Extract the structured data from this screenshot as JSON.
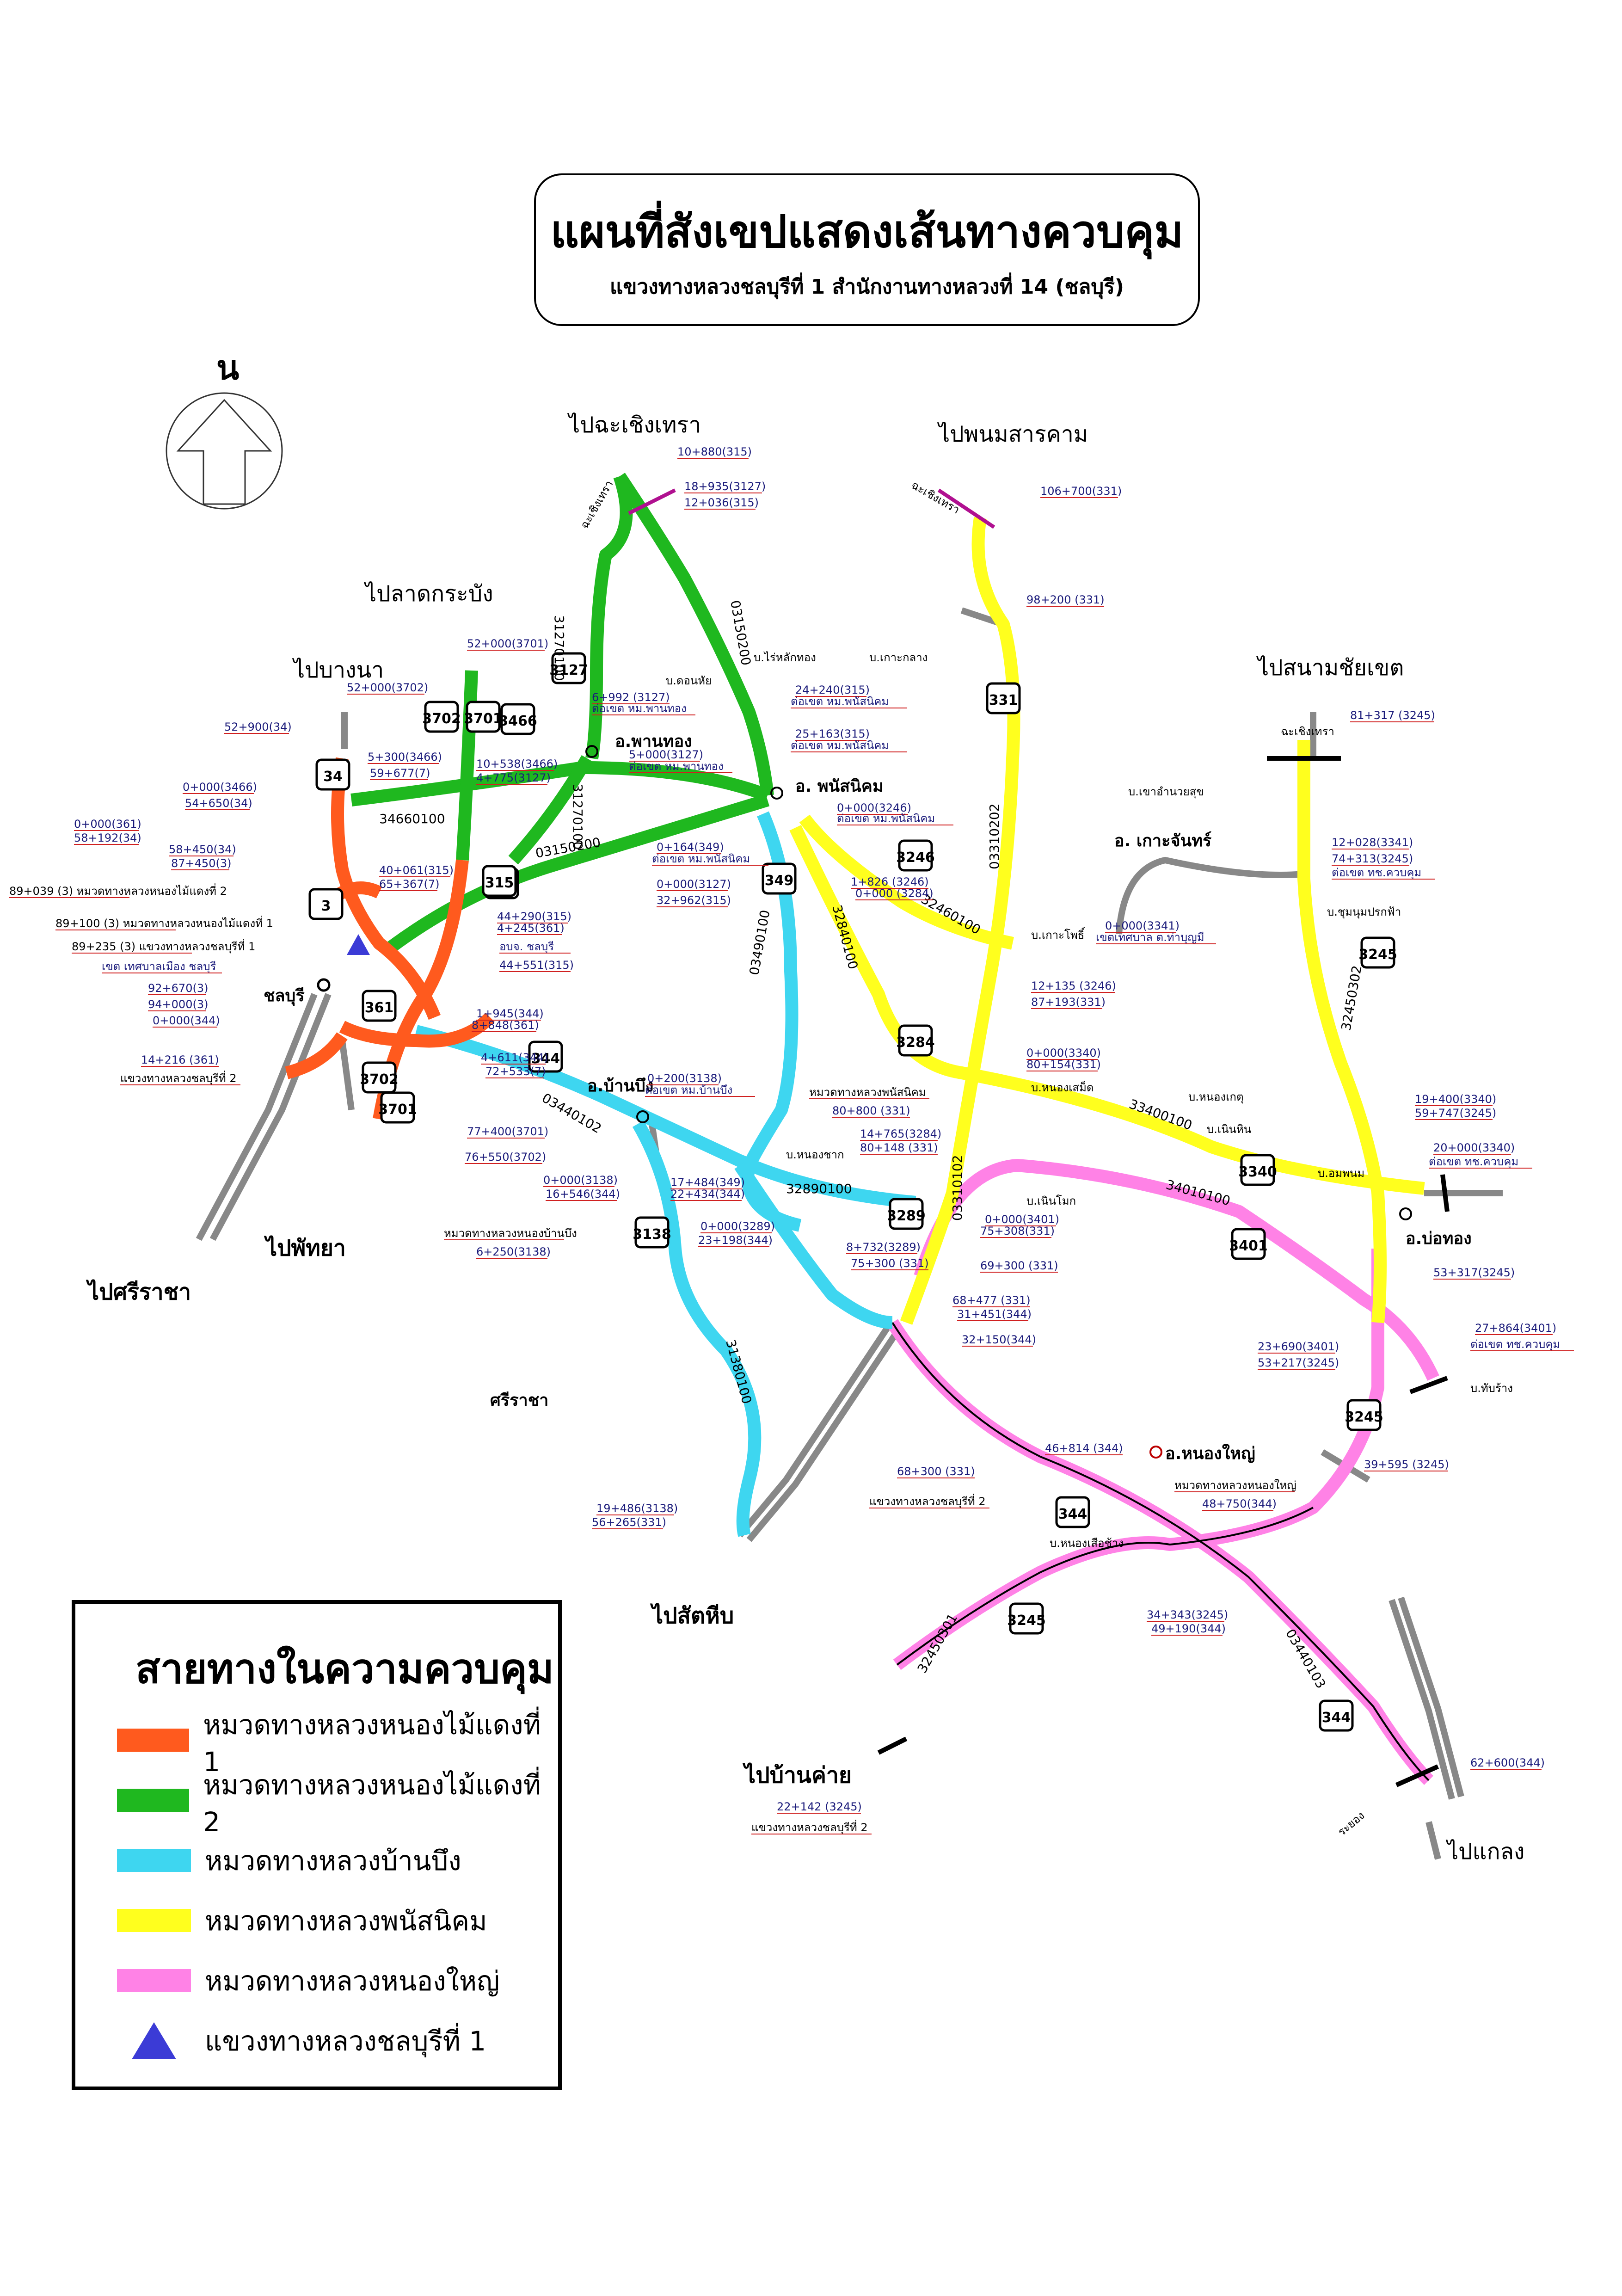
{
  "title": {
    "main": "แผนที่สังเขปแสดงเส้นทางควบคุม",
    "sub": "แขวงทางหลวงชลบุรีที่ 1    สำนักงานทางหลวงที่ 14 (ชลบุรี)"
  },
  "north_label": "น",
  "colors": {
    "nongmaidaeng1": "#ff5a1e",
    "nongmaidaeng2": "#1fb81f",
    "banbueng": "#3ed6f0",
    "phanatnikhom": "#ffff1e",
    "nongyai": "#ff82e6",
    "office": "#3b3bd6"
  },
  "legend": {
    "title": "สายทางในความควบคุม",
    "items": [
      {
        "label": "หมวดทางหลวงหนองไม้แดงที่ 1",
        "color": "#ff5a1e"
      },
      {
        "label": "หมวดทางหลวงหนองไม้แดงที่ 2",
        "color": "#1fb81f"
      },
      {
        "label": "หมวดทางหลวงบ้านบึง",
        "color": "#3ed6f0"
      },
      {
        "label": "หมวดทางหลวงพนัสนิคม",
        "color": "#ffff1e"
      },
      {
        "label": "หมวดทางหลวงหนองใหญ่",
        "color": "#ff82e6"
      }
    ],
    "office": "แขวงทางหลวงชลบุรีที่ 1"
  },
  "destinations": {
    "chachoengsao": "ไปฉะเชิงเทรา",
    "phanom_sarakham": "ไปพนมสารคาม",
    "lat_krabang": "ไปลาดกระบัง",
    "bang_na": "ไปบางนา",
    "sanam_chai_khet": "ไปสนามชัยเขต",
    "pattaya": "ไปพัทยา",
    "si_racha": "ไปศรีราชา",
    "sattahip": "ไปสัตหีบ",
    "ban_khai": "ไปบ้านค่าย",
    "klaeng": "ไปแกลง"
  },
  "places": {
    "phan_thong": "อ.พานทอง",
    "phanat_nikhom": "อ. พนัสนิคม",
    "ko_chan": "อ. เกาะจันทร์",
    "ban_bueng": "อ.บ้านบึง",
    "bo_thong": "อ.บ่อทอง",
    "nong_yai": "อ.หนองใหญ่",
    "chonburi": "ชลบุรี",
    "si_racha_area": "ศรีราชา",
    "don_hai": "บ.ดอนหัย",
    "rai_lak_thong": "บ.ไร่หลักทอง",
    "ko_klang": "บ.เกาะกลาง",
    "khao_amnuai_suk": "บ.เขาอำนวยสุข",
    "ko_pho": "บ.เกาะโพธิ์",
    "chumnum_prok_fa": "บ.ชุมนุมปรกฟ้า",
    "nong_samet": "บ.หนองเสม็ด",
    "nong_ket": "บ.หนองเกตุ",
    "noen_hin": "บ.เนินหิน",
    "am_phanom": "บ.อมพนม",
    "nong_chak": "บ.หนองชาก",
    "noen_mok": "บ.เนินโมก",
    "thap_rang": "บ.ทับร้าง",
    "nong_suea_chang": "บ.หนองเสือช้าง",
    "chachoengsao_sign1": "ฉะเชิงเทรา",
    "chachoengsao_sign2": "ฉะเชิงเทรา",
    "chachoengsao_sign3": "ฉะเชิงเทรา",
    "rayong": "ระยอง"
  },
  "route_shields": [
    "34",
    "3",
    "361",
    "3702",
    "3701",
    "3466",
    "315",
    "3127",
    "331",
    "3246",
    "3284",
    "349",
    "344",
    "3138",
    "3289",
    "3340",
    "3245",
    "3401",
    "344",
    "3245",
    "344",
    "3245",
    "3702",
    "3701",
    "315"
  ],
  "control_numbers": [
    "34660100",
    "03150200",
    "31270100",
    "03150200",
    "31270100",
    "03310202",
    "32460100",
    "32840100",
    "03490100",
    "03440102",
    "32890100",
    "31380100",
    "03310102",
    "33400100",
    "34010100",
    "32450302",
    "03440103",
    "32450301"
  ],
  "km_labels": [
    "10+880(315)",
    "18+935(3127)",
    "12+036(315)",
    "106+700(331)",
    "98+200 (331)",
    "52+000(3701)",
    "52+000(3702)",
    "52+900(34)",
    "5+300(3466)",
    "59+677(7)",
    "0+000(3466)",
    "54+650(34)",
    "0+000(361)",
    "58+192(34)",
    "58+450(34)",
    "87+450(3)",
    "89+039 (3) หมวดทางหลวงหนองไม้แดงที่ 2",
    "89+100 (3) หมวดทางหลวงหนองไม้แดงที่ 1",
    "89+235 (3) แขวงทางหลวงชลบุรีที่ 1",
    "เขต เทศบาลเมือง ชลบุรี",
    "92+670(3)",
    "94+000(3)",
    "0+000(344)",
    "14+216 (361)",
    "แขวงทางหลวงชลบุรีที่ 2",
    "40+061(315)",
    "65+367(7)",
    "6+992 (3127)",
    "ต่อเขต หม.พานทอง",
    "5+000(3127)",
    "ต่อเขต หม.พานทอง",
    "10+538(3466)",
    "4+775(3127)",
    "24+240(315)",
    "ต่อเขต หม.พนัสนิคม",
    "25+163(315)",
    "ต่อเขต หม.พนัสนิคม",
    "0+164(349)",
    "ต่อเขต หม.พนัสนิคม",
    "0+000(3127)",
    "32+962(315)",
    "44+290(315)",
    "4+245(361)",
    "อบจ. ชลบุรี",
    "44+551(315)",
    "0+000(3246)",
    "ต่อเขต หม.พนัสนิคม",
    "1+826 (3246)",
    "0+000 (3284)",
    "81+317 (3245)",
    "12+028(3341)",
    "74+313(3245)",
    "ต่อเขต ทช.ควบคุม",
    "0+000(3341)",
    "เขตเทศบาล ต.ท่าบุญมี",
    "12+135 (3246)",
    "87+193(331)",
    "1+945(344)",
    "8+848(361)",
    "4+611(344)",
    "72+533(7)",
    "77+400(3701)",
    "76+550(3702)",
    "0+200(3138)",
    "ต่อเขต หม.บ้านบึง",
    "0+000(3340)",
    "80+154(331)",
    "หมวดทางหลวงพนัสนิคม",
    "80+800 (331)",
    "14+765(3284)",
    "80+148 (331)",
    "19+400(3340)",
    "59+747(3245)",
    "20+000(3340)",
    "ต่อเขต ทช.ควบคุม",
    "0+000(3138)",
    "16+546(344)",
    "17+484(349)",
    "22+434(344)",
    "0+000(3289)",
    "23+198(344)",
    "8+732(3289)",
    "75+300 (331)",
    "0+000(3401)",
    "75+308(331)",
    "69+300 (331)",
    "68+477 (331)",
    "31+451(344)",
    "32+150(344)",
    "หมวดทางหลวงหนองบ้านบึง",
    "6+250(3138)",
    "53+317(3245)",
    "23+690(3401)",
    "53+217(3245)",
    "27+864(3401)",
    "ต่อเขต ทช.ควบคุม",
    "46+814 (344)",
    "หมวดทางหลวงหนองใหญ่",
    "48+750(344)",
    "39+595 (3245)",
    "68+300 (331)",
    "แขวงทางหลวงชลบุรีที่ 2",
    "19+486(3138)",
    "56+265(331)",
    "34+343(3245)",
    "49+190(344)",
    "62+600(344)",
    "22+142 (3245)",
    "แขวงทางหลวงชลบุรีที่ 2"
  ]
}
